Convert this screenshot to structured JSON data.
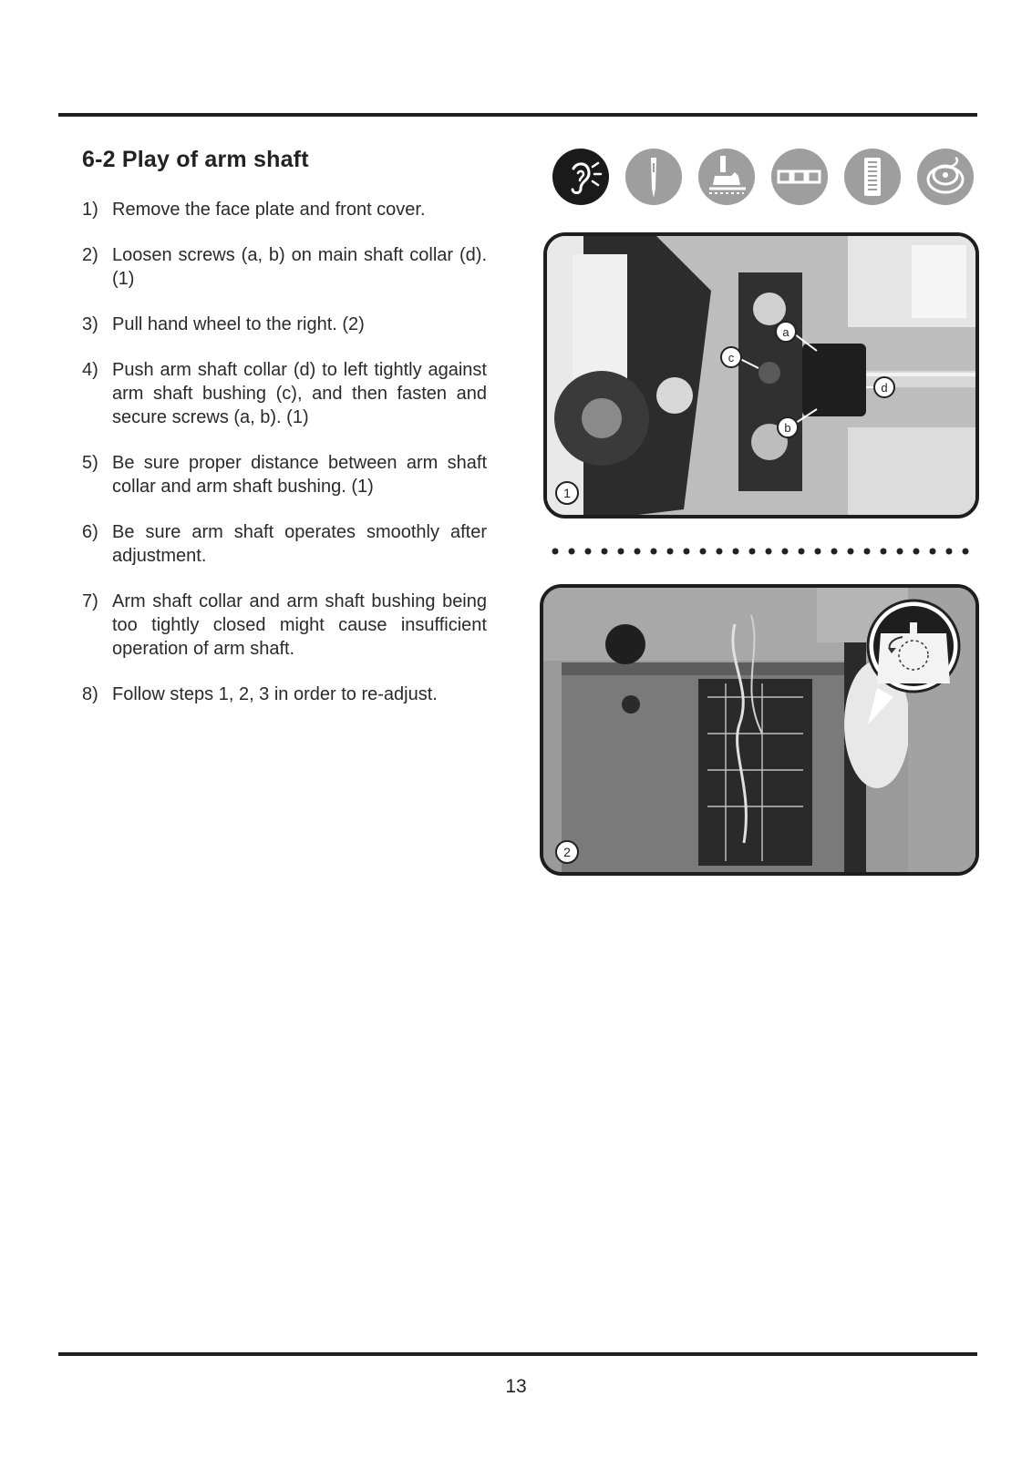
{
  "section": {
    "title": "6-2  Play of arm shaft"
  },
  "steps": [
    {
      "num": "1)",
      "text": "Remove the face plate and front cover."
    },
    {
      "num": "2)",
      "text": "Loosen screws (a, b) on main shaft collar (d). (1)"
    },
    {
      "num": "3)",
      "text": "Pull hand wheel to the right. (2)"
    },
    {
      "num": "4)",
      "text": "Push arm shaft collar (d) to left tightly against arm shaft bushing (c), and then fasten and secure screws (a, b). (1)"
    },
    {
      "num": "5)",
      "text": "Be sure proper distance between arm shaft collar and arm shaft bushing. (1)"
    },
    {
      "num": "6)",
      "text": "Be sure arm shaft operates smoothly after adjustment."
    },
    {
      "num": "7)",
      "text": "Arm shaft collar and arm shaft bushing being too tightly closed might cause insufficient operation of arm shaft."
    },
    {
      "num": "8)",
      "text": "Follow steps 1, 2, 3 in order to re-adjust."
    }
  ],
  "icons": [
    {
      "name": "noise-ear-icon",
      "active": true
    },
    {
      "name": "needle-icon",
      "active": false
    },
    {
      "name": "presser-foot-icon",
      "active": false
    },
    {
      "name": "stitch-pattern-icon",
      "active": false
    },
    {
      "name": "feed-dog-icon",
      "active": false
    },
    {
      "name": "bobbin-icon",
      "active": false
    }
  ],
  "figures": [
    {
      "number": "1",
      "callouts": [
        "a",
        "b",
        "c",
        "d"
      ]
    },
    {
      "number": "2"
    }
  ],
  "page": {
    "number": "13"
  }
}
